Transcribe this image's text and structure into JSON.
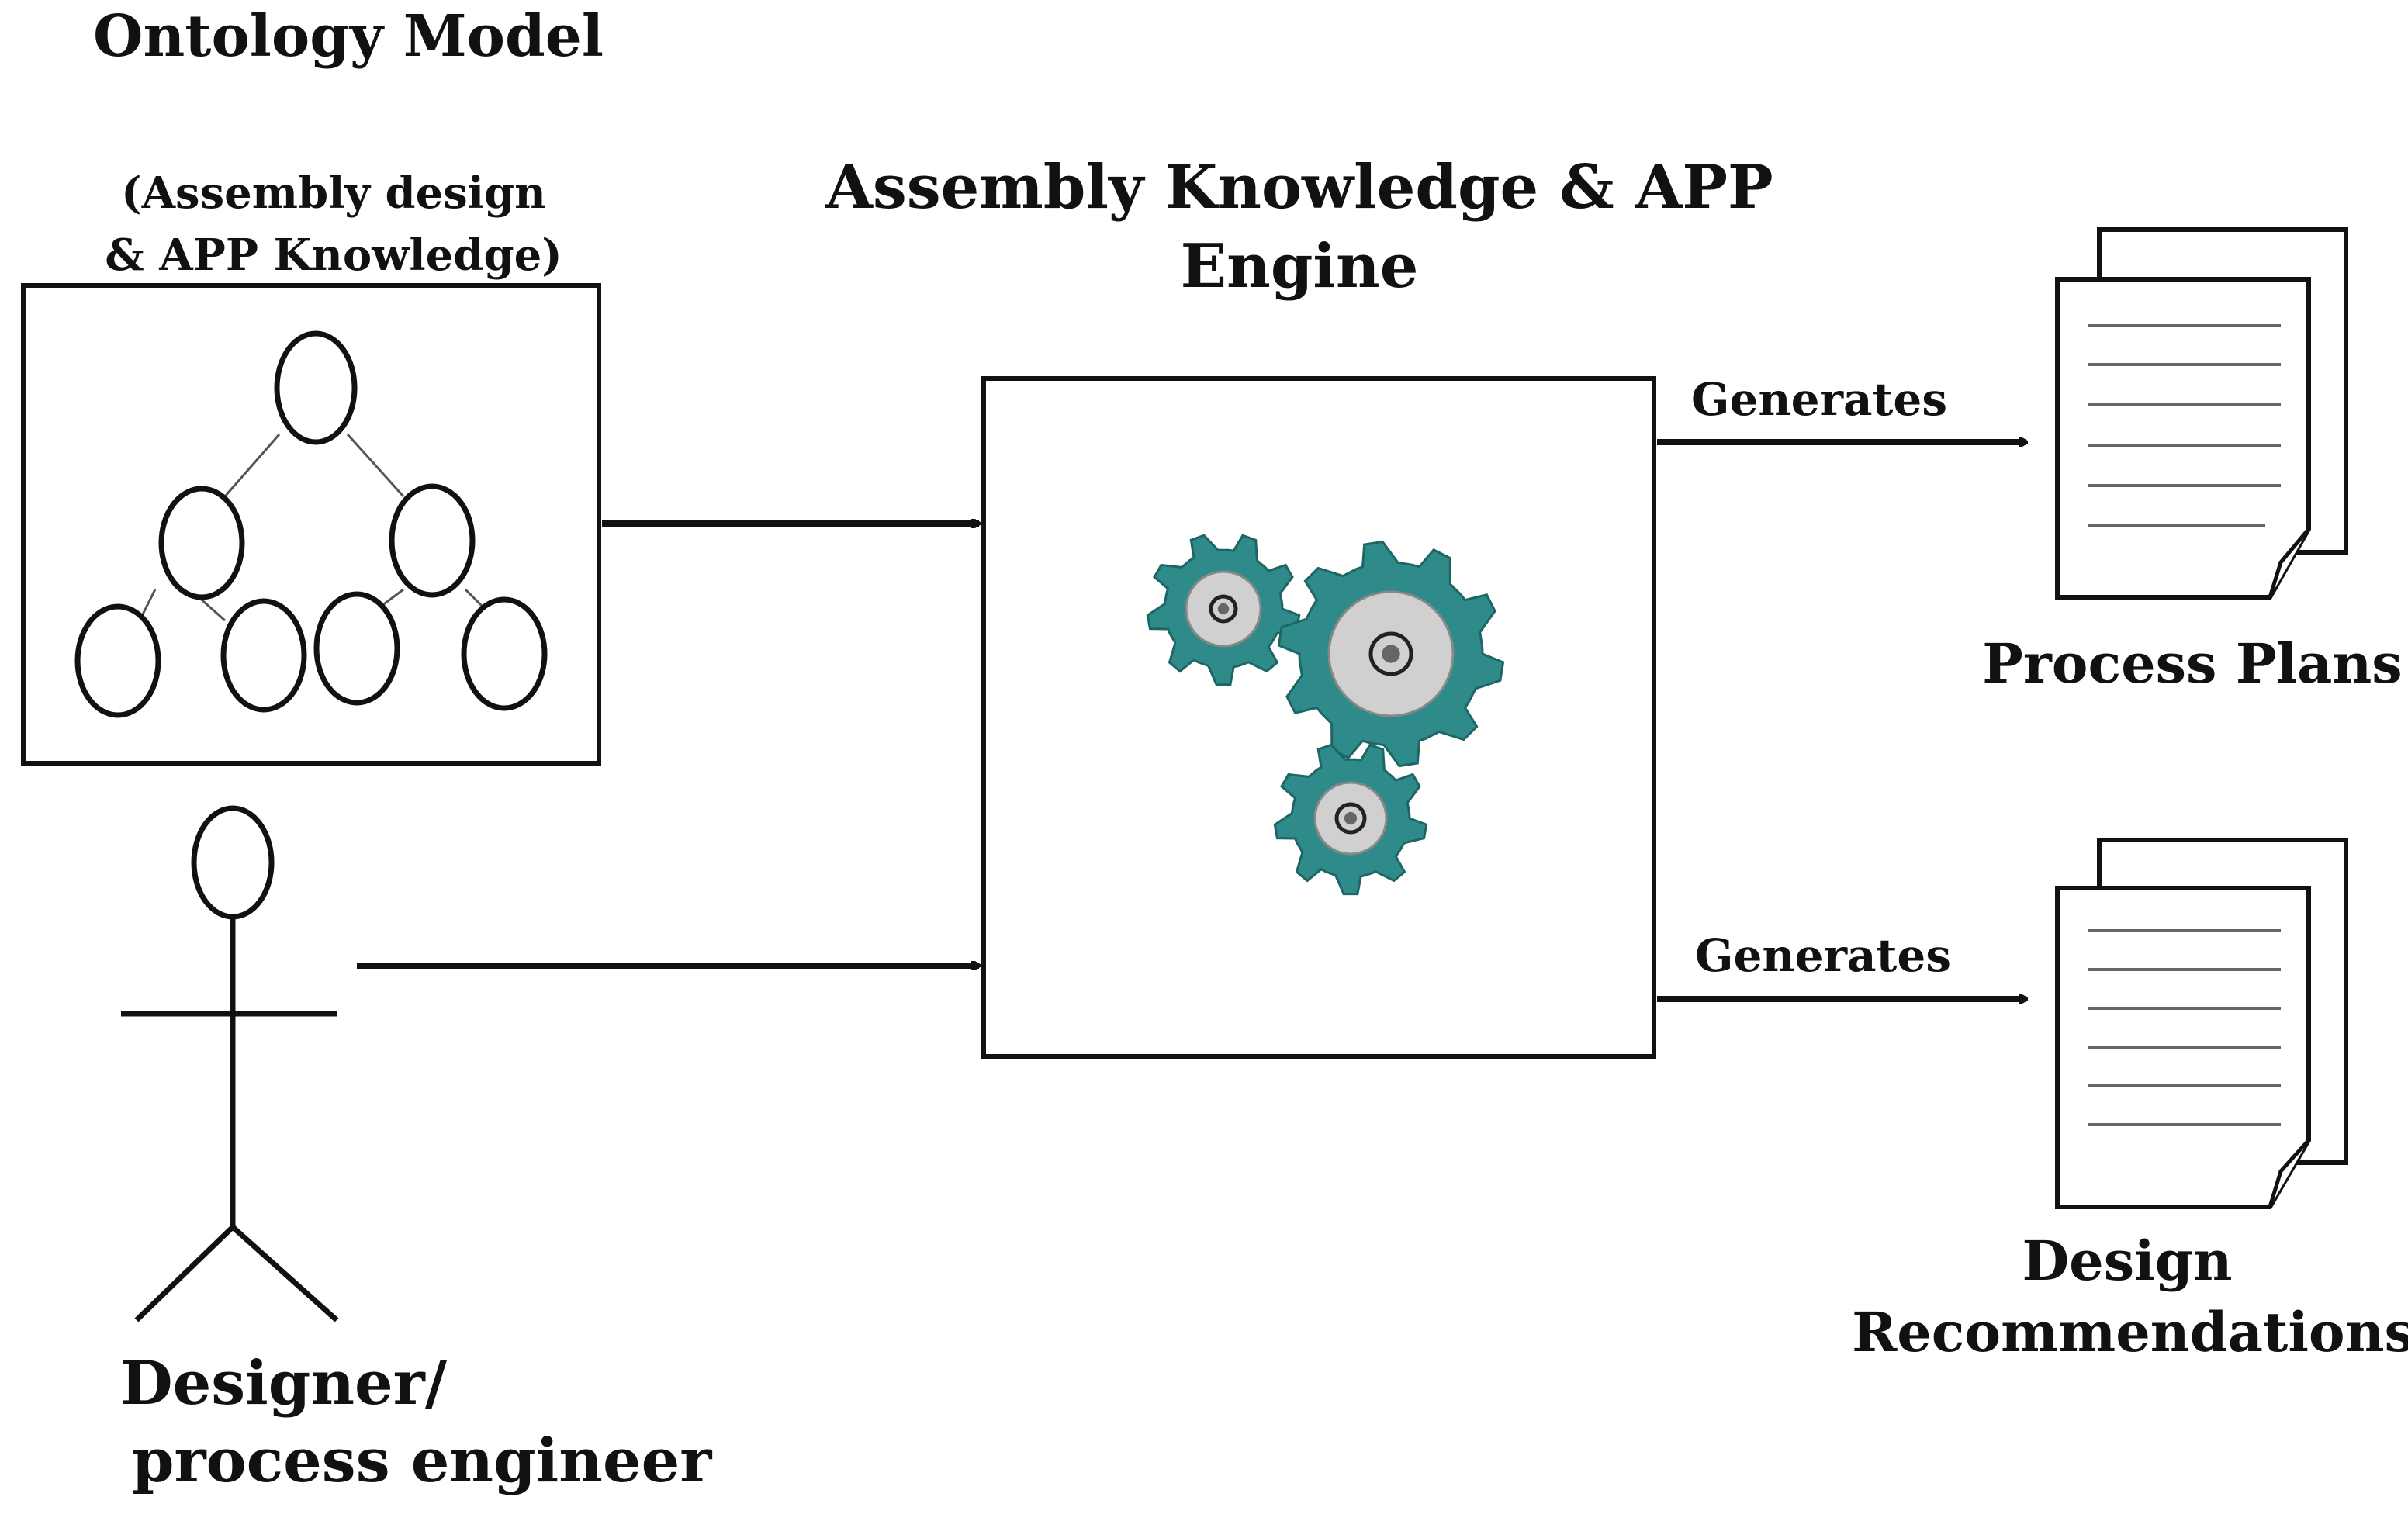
{
  "ontology": {
    "title": "Ontology Model",
    "subtitle_line1": "(Assembly design",
    "subtitle_line2": "& APP Knowledge)"
  },
  "engine": {
    "title_line1": "Assembly Knowledge & APP",
    "title_line2": "Engine"
  },
  "actor": {
    "label_line1": "Designer/",
    "label_line2": "process engineer"
  },
  "outputs": [
    {
      "edge_label": "Generates",
      "doc_label_line1": "Process Plans",
      "doc_label_line2": ""
    },
    {
      "edge_label": "Generates",
      "doc_label_line1": "Design",
      "doc_label_line2": "Recommendations"
    }
  ],
  "colors": {
    "ink": "#111111",
    "gear_teal": "#2f8a8a",
    "gear_hub": "#d0d0d0",
    "gear_center": "#666666"
  }
}
